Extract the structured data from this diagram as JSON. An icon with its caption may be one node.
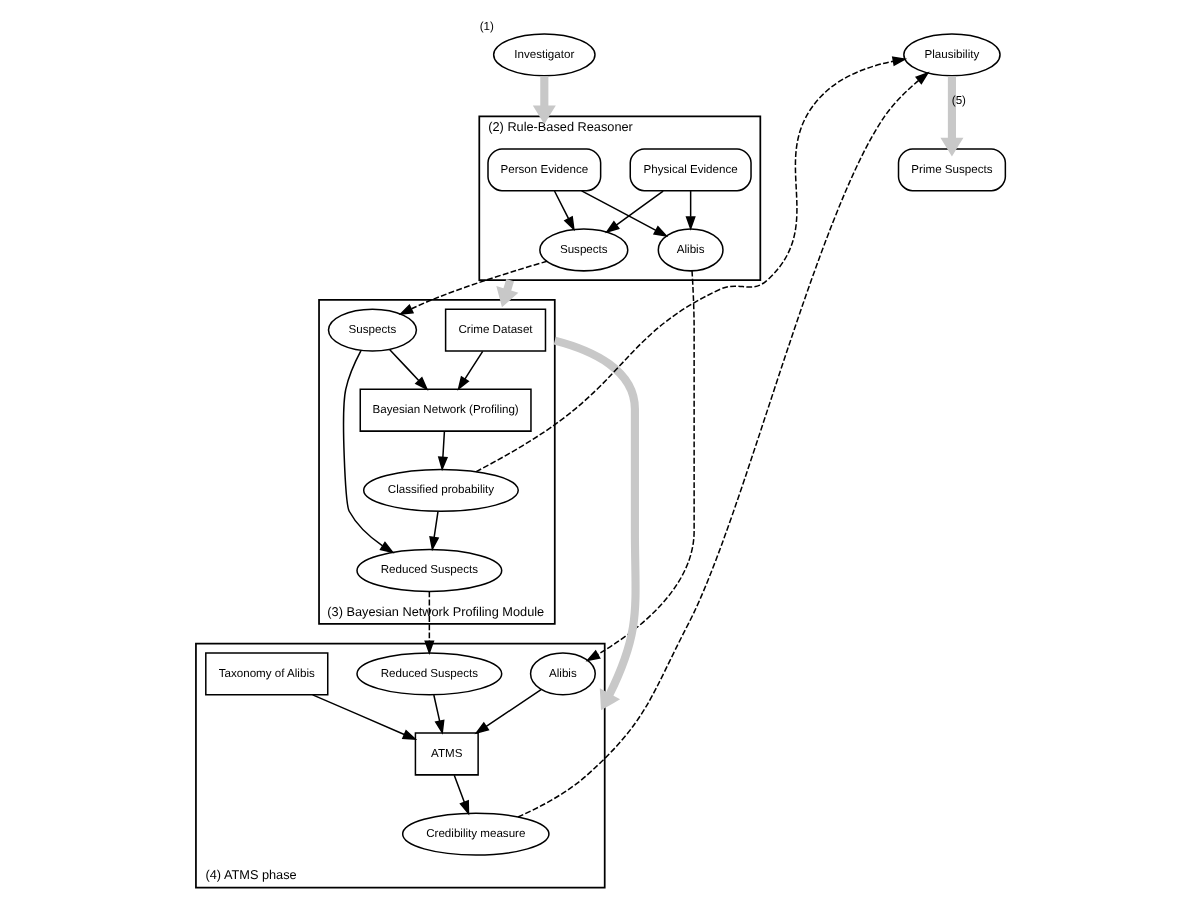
{
  "diagram": {
    "nodes": [
      {
        "text": [
          "Investigator"
        ],
        "beside": [
          "(1)"
        ]
      },
      {
        "text": [
          "(2) Rule-Based Reasoner"
        ]
      },
      {
        "text": [
          "Person Evidence"
        ],
        "in": 1
      },
      {
        "text": [
          "Physical Evidence"
        ],
        "in": 1
      },
      {
        "text": [
          "Alibis"
        ],
        "in": 1
      },
      {
        "text": [
          "Suspects"
        ],
        "in": 1
      },
      {
        "text": [
          "Prime Suspects"
        ]
      },
      {
        "text": [
          "Plausibility"
        ]
      },
      {
        "text": [
          "(3) Bayesian Network Profiling Module"
        ]
      },
      {
        "text": [
          "Crime Dataset"
        ],
        "in": 8
      },
      {
        "text": [
          "Suspects"
        ],
        "in": 8
      },
      {
        "text": [
          "Bayesian Network (Profiling)"
        ],
        "in": 8
      },
      {
        "text": [
          "Reduced Suspects"
        ],
        "in": 8
      },
      {
        "text": [
          "Classified probability"
        ],
        "in": 8
      },
      {
        "text": [
          "(4) ATMS phase"
        ]
      },
      {
        "text": [
          "Credibility measure"
        ],
        "in": 14
      },
      {
        "text": [
          "Alibis"
        ],
        "in": 14
      },
      {
        "text": [
          "ATMS"
        ],
        "in": 14
      },
      {
        "text": [
          "Reduced Suspects"
        ],
        "in": 14
      },
      {
        "text": [
          "Taxonomy of Alibis"
        ],
        "in": 14
      }
    ],
    "edges": [
      {
        "from": 0,
        "to": 1,
        "arrow": "to",
        "style": "thick",
        "color": "#c8c8c8"
      },
      {
        "from": 2,
        "to": 4,
        "arrow": "to"
      },
      {
        "from": 2,
        "to": 5,
        "arrow": "to"
      },
      {
        "from": 3,
        "to": 4,
        "arrow": "to"
      },
      {
        "from": 3,
        "to": 5,
        "arrow": "to"
      },
      {
        "from": 1,
        "to": 8,
        "arrow": "to",
        "style": "thick",
        "color": "#c8c8c8"
      },
      {
        "from": 5,
        "to": 10,
        "arrow": "to",
        "style": "dashed"
      },
      {
        "from": 4,
        "to": 16,
        "arrow": "to",
        "style": "dashed"
      },
      {
        "from": 9,
        "to": 11,
        "arrow": "to"
      },
      {
        "from": 10,
        "to": 11,
        "arrow": "to"
      },
      {
        "from": 10,
        "to": 12,
        "arrow": "to"
      },
      {
        "from": 11,
        "to": 13,
        "arrow": "to"
      },
      {
        "from": 13,
        "to": 12,
        "arrow": "to"
      },
      {
        "from": 12,
        "to": 18,
        "arrow": "to",
        "style": "dashed"
      },
      {
        "from": 13,
        "to": 7,
        "arrow": "to",
        "style": "dashed"
      },
      {
        "from": 8,
        "to": 14,
        "arrow": "to",
        "style": "thick",
        "color": "#c8c8c8"
      },
      {
        "from": 18,
        "to": 17,
        "arrow": "to"
      },
      {
        "from": 17,
        "to": 15,
        "arrow": "to"
      },
      {
        "from": 16,
        "to": 17,
        "arrow": "to"
      },
      {
        "from": 19,
        "to": 17,
        "arrow": "to"
      },
      {
        "from": 15,
        "to": 7,
        "arrow": "to",
        "style": "dashed"
      },
      {
        "from": 7,
        "to": 6,
        "arrow": "to",
        "label": "(5)",
        "style": "thick",
        "color": "#c8c8c8"
      }
    ]
  }
}
